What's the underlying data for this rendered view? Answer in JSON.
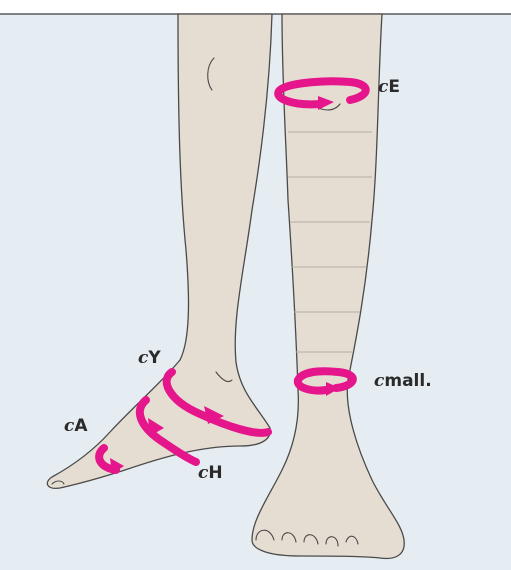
{
  "colors": {
    "background": "#e6edf2",
    "skin": "#e6ddd2",
    "outline": "#4a4a4a",
    "band_line": "#b5ada3",
    "measure_marker": "#e5168b",
    "label_text": "#2a2a2a",
    "top_rule": "#3a3a3a"
  },
  "labels": {
    "cE": {
      "prefix": "c",
      "text": "E"
    },
    "cmall": {
      "prefix": "c",
      "text": "mall."
    },
    "cY": {
      "prefix": "c",
      "text": "Y"
    },
    "cA": {
      "prefix": "c",
      "text": "A"
    },
    "cH": {
      "prefix": "c",
      "text": "H"
    }
  },
  "markers": [
    "measure-arrow-cE",
    "measure-arrow-cmall",
    "measure-arrow-cY",
    "measure-arrow-cA",
    "measure-arrow-cH"
  ]
}
